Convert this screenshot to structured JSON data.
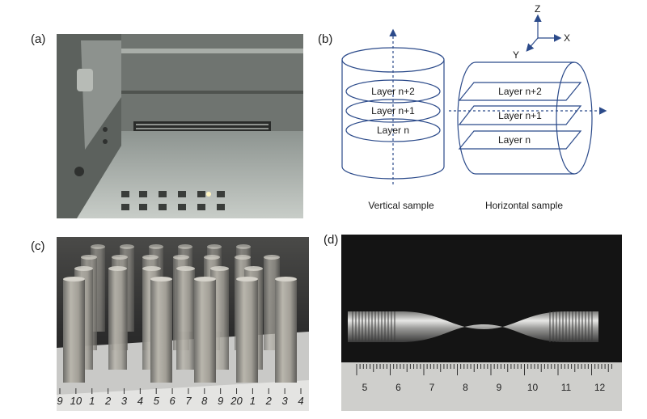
{
  "panels": {
    "a": {
      "label": "(a)"
    },
    "b": {
      "label": "(b)",
      "axes": {
        "z": "Z",
        "x": "X",
        "y": "Y"
      },
      "vertical": {
        "layers": [
          "Layer n+2",
          "Layer n+1",
          "Layer n"
        ],
        "caption": "Vertical sample"
      },
      "horizontal": {
        "layers": [
          "Layer n+2",
          "Layer n+1",
          "Layer n"
        ],
        "caption": "Horizontal sample"
      }
    },
    "c": {
      "label": "(c)",
      "ruler_numbers": [
        "9",
        "10",
        "1",
        "2",
        "3",
        "4",
        "5",
        "6",
        "7",
        "8",
        "9",
        "20",
        "1",
        "2",
        "3",
        "4"
      ]
    },
    "d": {
      "label": "(d)",
      "ruler_numbers": [
        "5",
        "6",
        "7",
        "8",
        "9",
        "10",
        "11",
        "12"
      ]
    }
  },
  "colors": {
    "diagram_stroke": "#2b4a8a",
    "photo_bg_a": "#7f837f",
    "photo_bg_c": "#3a3a3a",
    "photo_bg_d": "#151515"
  }
}
